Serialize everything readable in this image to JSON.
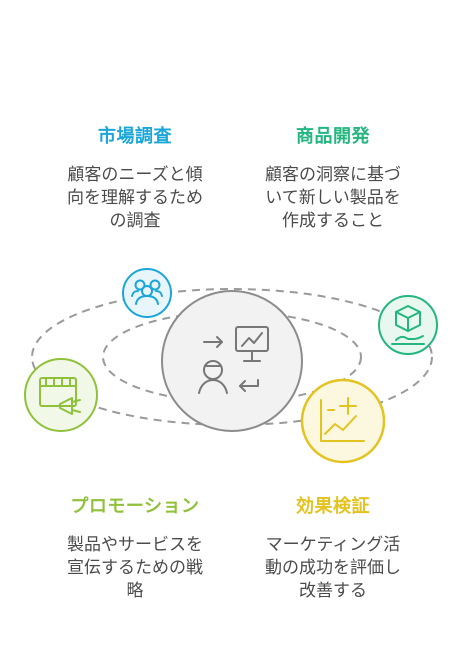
{
  "colors": {
    "blue": "#1aa6d9",
    "teal": "#24b67f",
    "yellow": "#e4c321",
    "green": "#8fc13b",
    "gray": "#8c8c8c"
  },
  "blocks": {
    "market_research": {
      "title": "市場調査",
      "line1": "顧客のニーズと傾",
      "line2": "向を理解するため",
      "line3": "の調査"
    },
    "product_development": {
      "title": "商品開発",
      "line1": "顧客の洞察に基づ",
      "line2": "いて新しい製品を",
      "line3": "作成すること"
    },
    "promotion": {
      "title": "プロモーション",
      "line1": "製品やサービスを",
      "line2": "宣伝するための戦",
      "line3": "略"
    },
    "effect_verification": {
      "title": "効果検証",
      "line1": "マーケティング活",
      "line2": "動の成功を評価し",
      "line3": "改善する"
    }
  },
  "icons": {
    "center": "cycle-analytics-icon",
    "market_research": "group-research-icon",
    "product_development": "product-box-icon",
    "promotion": "calendar-megaphone-icon",
    "effect_verification": "chart-plus-icon"
  }
}
